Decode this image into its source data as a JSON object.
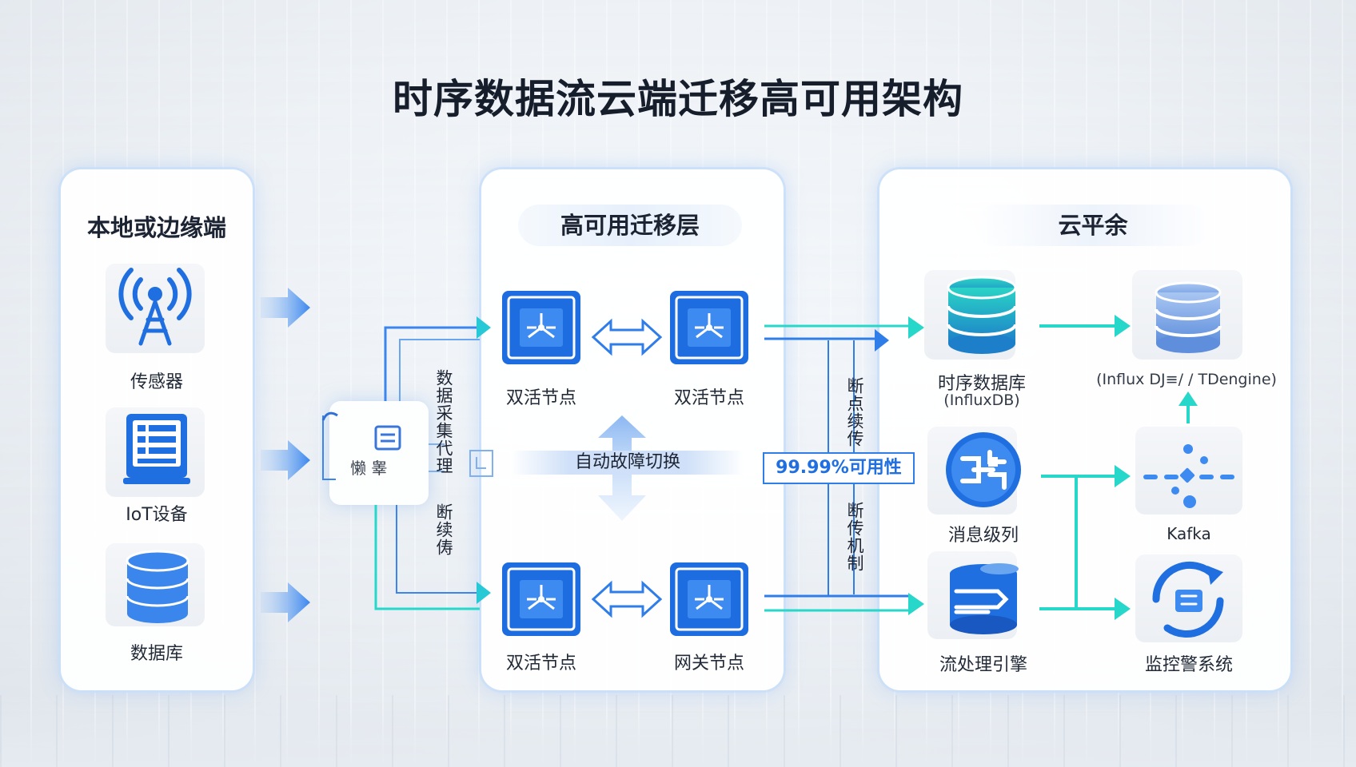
{
  "title": "时序数据流云端迁移高可用架构",
  "colors": {
    "accent_blue": "#2f7de8",
    "accent_teal": "#27d7c9",
    "node_blue": "#1f6fe0"
  },
  "local": {
    "title": "本地或边缘端",
    "items": [
      {
        "label": "传感器",
        "icon": "antenna-icon"
      },
      {
        "label": "IoT设备",
        "icon": "iot-device-icon"
      },
      {
        "label": "数据库",
        "icon": "database-icon"
      }
    ]
  },
  "agent": {
    "card_text": "懒    睾",
    "vertical_top": "数据采集代理",
    "vertical_bottom": "断续俦"
  },
  "ha_layer": {
    "title": "高可用迁移层",
    "nodes": [
      "双活节点",
      "双活节点",
      "双活节点",
      "网关节点"
    ],
    "failover_label": "自动故障切换"
  },
  "link": {
    "badge": "99.99%可用性",
    "vertical_top": "断点续传",
    "vertical_bottom": "断传机制"
  },
  "cloud": {
    "title": "云平余",
    "tsdb_label": "时序数据库",
    "tsdb_sub": "(InfluxDB)",
    "influx_label": "(Influx DJ≡/ / TDengine)",
    "mq_label": "消息级列",
    "kafka_label": "Kafka",
    "stream_label": "流处理引擎",
    "monitor_label": "监控警系统"
  }
}
